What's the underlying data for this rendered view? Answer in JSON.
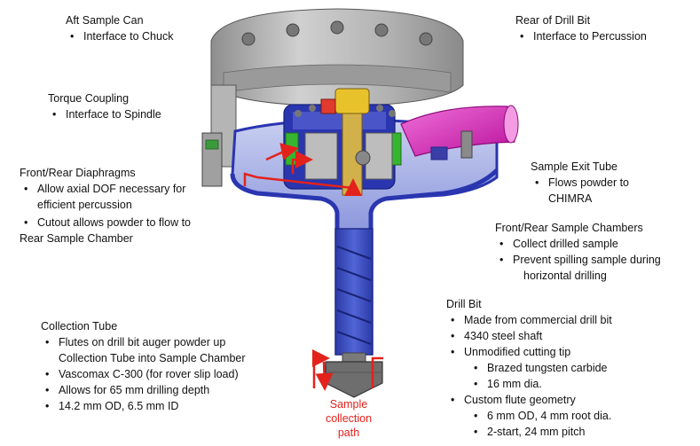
{
  "colors": {
    "housing": "#a9a9a9",
    "base_plate": "#3d4fc4",
    "collection_tube": "#3347b8",
    "exit_tube": "#e020c0",
    "core_blue": "#2a35b0",
    "core_green": "#36b531",
    "core_yellow": "#e8c22a",
    "bit": "#6e6e6e",
    "arrows": "#e3221c"
  },
  "labels": {
    "aft_sample_can": {
      "title": "Aft Sample Can",
      "bullets": [
        "Interface to Chuck"
      ]
    },
    "rear_of_drill_bit": {
      "title": "Rear of Drill Bit",
      "bullets": [
        "Interface to Percussion"
      ]
    },
    "torque_coupling": {
      "title": "Torque Coupling",
      "bullets": [
        "Interface to Spindle"
      ]
    },
    "diaphragms": {
      "title": "Front/Rear Diaphragms",
      "bullets": [
        {
          "line1": "Allow axial DOF necessary for",
          "line2": "efficient percussion"
        },
        {
          "line1": "Cutout allows powder to flow to",
          "line2": "Rear Sample Chamber"
        }
      ]
    },
    "exit_tube": {
      "title": "Sample Exit Tube",
      "bullets": [
        {
          "line1": "Flows powder to",
          "line2": "CHIMRA"
        }
      ]
    },
    "sample_chambers": {
      "title": "Front/Rear Sample Chambers",
      "bullets": [
        {
          "line1": "Collect drilled sample",
          "line2": ""
        },
        {
          "line1": "Prevent spilling sample during",
          "line2": "horizontal drilling"
        }
      ]
    },
    "collection_tube": {
      "title": "Collection Tube",
      "bullets": [
        {
          "line1": "Flutes on drill bit auger powder up",
          "line2": "Collection Tube into Sample Chamber"
        },
        {
          "line1": "Vascomax C-300 (for rover slip load)",
          "line2": ""
        },
        {
          "line1": "Allows for 65 mm drilling depth",
          "line2": ""
        },
        {
          "line1": "14.2 mm OD, 6.5 mm ID",
          "line2": ""
        }
      ]
    },
    "drill_bit": {
      "title": "Drill Bit",
      "items": [
        "Made from commercial drill bit",
        "4340 steel shaft",
        "Unmodified cutting tip",
        "Brazed tungsten carbide",
        "16 mm dia.",
        "Custom flute geometry",
        "6 mm OD, 4 mm root dia.",
        "2-start, 24 mm pitch"
      ]
    },
    "sample_path": {
      "line1": "Sample",
      "line2": "collection",
      "line3": "path"
    }
  }
}
